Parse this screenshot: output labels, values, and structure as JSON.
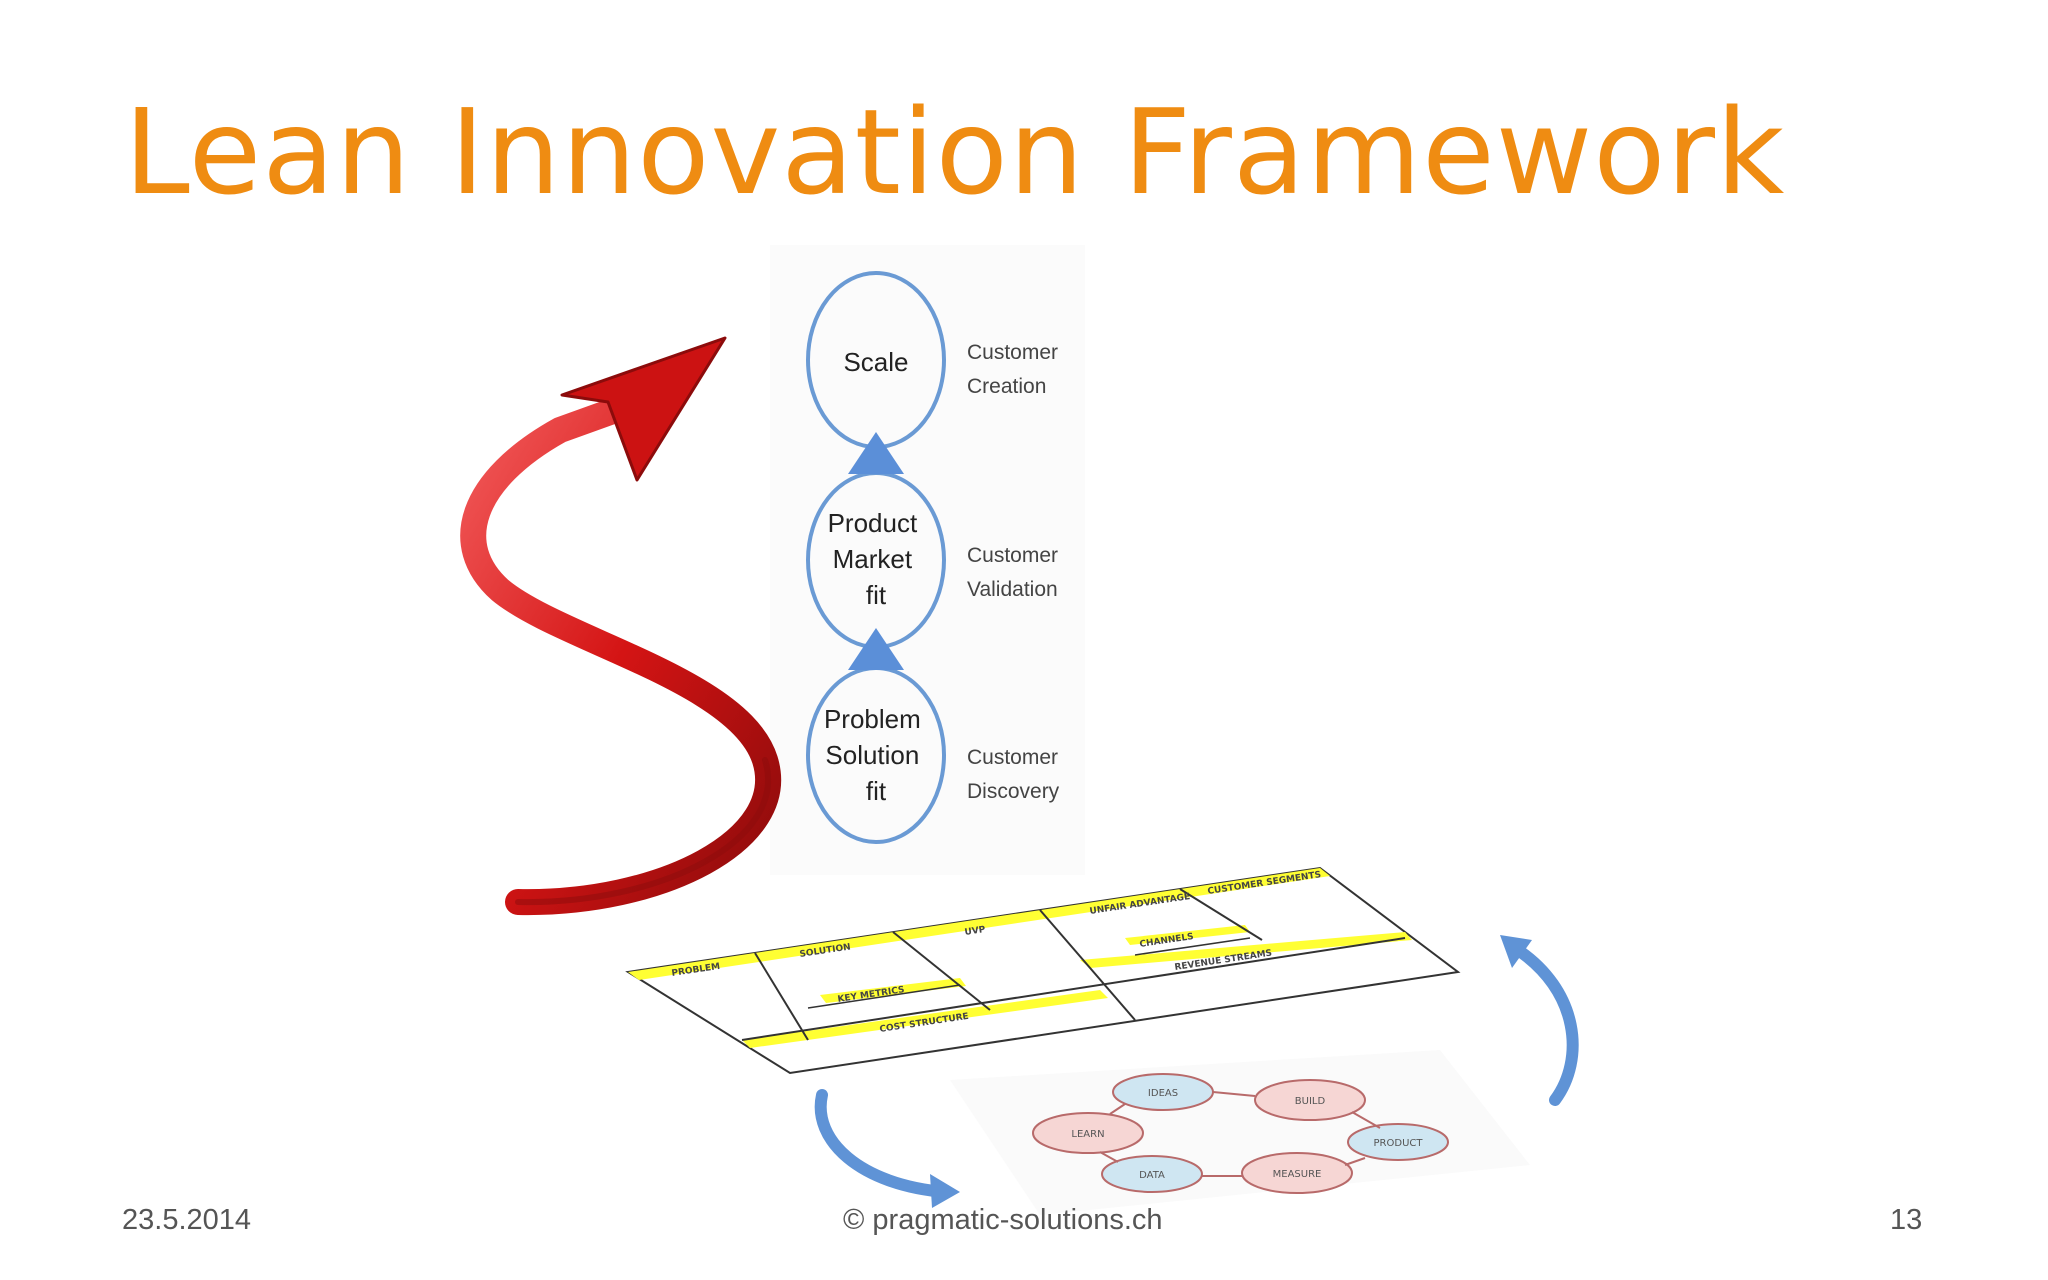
{
  "slide": {
    "title": "Lean Innovation Framework",
    "footer": {
      "date": "23.5.2014",
      "copyright": "© pragmatic-solutions.ch",
      "page_number": "13"
    }
  },
  "stages": [
    {
      "label_lines": [
        "Scale"
      ],
      "side_lines": [
        "Customer",
        "Creation"
      ]
    },
    {
      "label_lines": [
        "Product",
        "Market",
        "fit"
      ],
      "side_lines": [
        "Customer",
        "Validation"
      ]
    },
    {
      "label_lines": [
        "Problem",
        "Solution",
        "fit"
      ],
      "side_lines": [
        "Customer",
        "Discovery"
      ]
    }
  ],
  "lean_canvas": {
    "blocks": [
      "PROBLEM",
      "SOLUTION",
      "UVP",
      "UNFAIR ADVANTAGE",
      "CUSTOMER SEGMENTS",
      "KEY METRICS",
      "CHANNELS",
      "COST STRUCTURE",
      "REVENUE STREAMS"
    ]
  },
  "build_measure_learn": {
    "nodes": [
      "IDEAS",
      "BUILD",
      "PRODUCT",
      "MEASURE",
      "DATA",
      "LEARN"
    ]
  },
  "colors": {
    "title": "#ef8c12",
    "stage_outline": "#6a9ad4",
    "stage_arrow": "#5b8fd8",
    "big_arrow": "#d41414",
    "canvas_highlight": "#ffff33",
    "loop_blue": "#cfe6f2",
    "loop_red": "#f6d6d4",
    "cycle_arrow": "#5f93d6"
  }
}
